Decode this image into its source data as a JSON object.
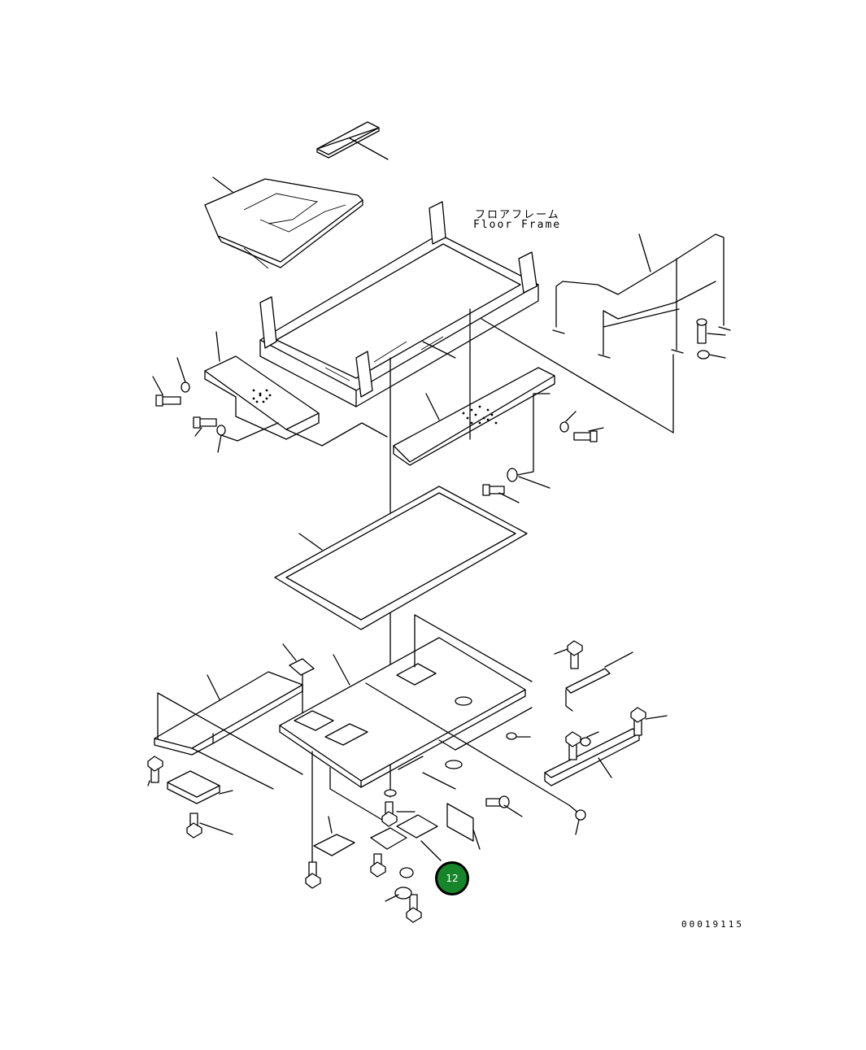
{
  "floor_frame_label": {
    "jp": "フロアフレーム",
    "en": "Floor Frame"
  },
  "drawing_number": "00019115",
  "callout": {
    "label": "12",
    "fill": "#17862a",
    "stroke": "#000000"
  }
}
